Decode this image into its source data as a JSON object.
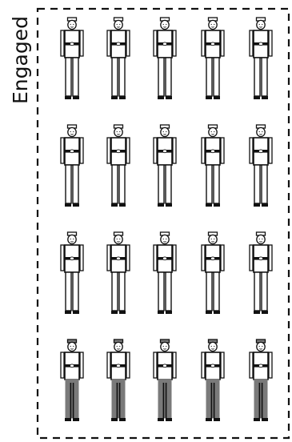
{
  "frame": {
    "label": "Engaged"
  },
  "grid": {
    "rows": 4,
    "columns": 5,
    "total_figures": 20,
    "row_styles": [
      "uniform",
      "uniform",
      "uniform",
      "casual"
    ]
  },
  "colors": {
    "stroke": "#111111",
    "uniform_fill": "#ffffff",
    "belt": "#111111",
    "casual_pants": "#7a7a7a",
    "casual_cap": "#7a7a7a",
    "boots": "#111111"
  },
  "icons": {
    "figure": "standing-soldier-icon",
    "frame": "dashed-border"
  }
}
